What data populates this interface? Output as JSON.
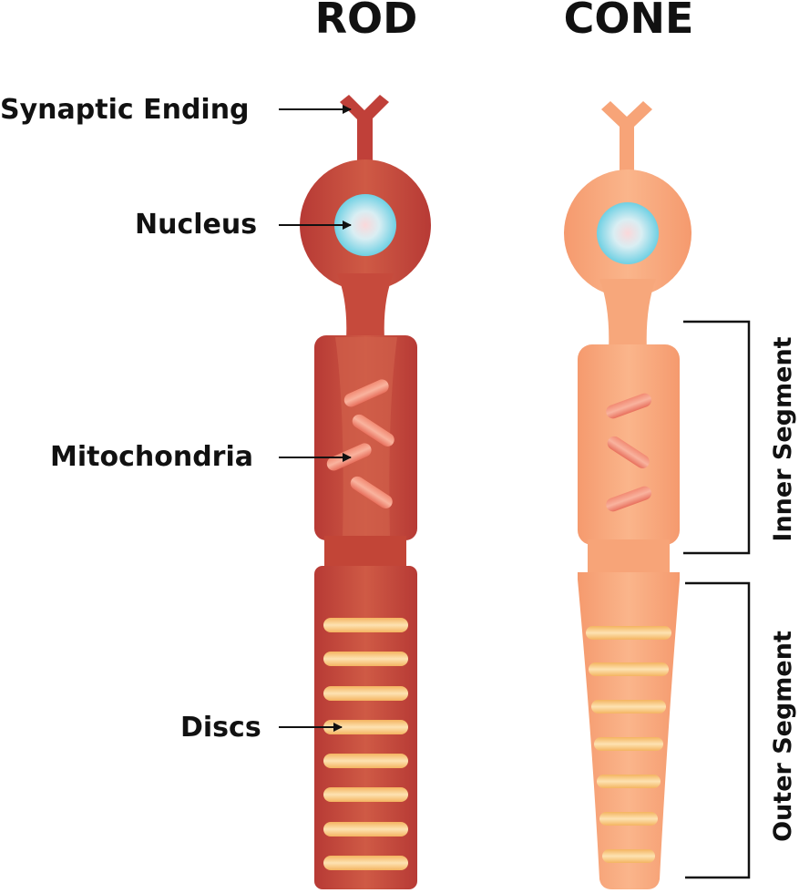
{
  "titles": {
    "rod": "ROD",
    "cone": "CONE"
  },
  "labels": {
    "synaptic_ending": "Synaptic Ending",
    "nucleus": "Nucleus",
    "mitochondria": "Mitochondria",
    "discs": "Discs"
  },
  "segments": {
    "inner": "Inner Segment",
    "outer": "Outer Segment"
  },
  "colors": {
    "rod_body": "#c5453a",
    "rod_light": "#d8674e",
    "cone_body": "#f6a679",
    "cone_light": "#f9bf95",
    "nucleus": "#7fd6e6",
    "disc": "#f6c27a",
    "mito": "#ef8a72",
    "ink": "#111111"
  }
}
